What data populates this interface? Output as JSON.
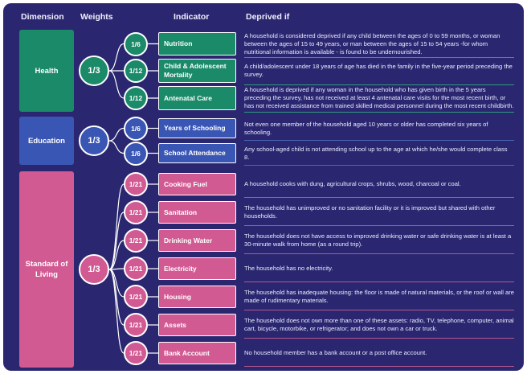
{
  "headers": {
    "dimension": "Dimension",
    "weights": "Weights",
    "indicator": "Indicator",
    "deprived_if": "Deprived if"
  },
  "colors": {
    "background": "#2a2770",
    "health": "#1a8a68",
    "education": "#3a56b4",
    "standard_of_living": "#d25a93"
  },
  "dimensions": [
    {
      "name": "Health",
      "weight": "1/3",
      "indicators": [
        {
          "weight": "1/6",
          "name": "Nutrition",
          "deprived_if": "A household is considered deprived if any child between the ages of 0 to 59 months, or woman between the ages of 15 to 49 years, or man between the ages of 15 to 54 years -for whom nutritional information is available - is found to be undernourished."
        },
        {
          "weight": "1/12",
          "name": "Child & Adolescent Mortality",
          "deprived_if": "A child/adolescent under 18 years of age has died in the family in the five-year period preceding the survey."
        },
        {
          "weight": "1/12",
          "name": "Antenatal Care",
          "deprived_if": "A household is deprived if any woman in the household who has given birth in the 5 years preceding the survey, has not received at least 4 antenatal care visits for the most recent birth, or has not received assistance from trained skilled medical personnel during the most recent childbirth."
        }
      ]
    },
    {
      "name": "Education",
      "weight": "1/3",
      "indicators": [
        {
          "weight": "1/6",
          "name": "Years of Schooling",
          "deprived_if": "Not even one member of the household aged 10 years or older has completed six years of schooling."
        },
        {
          "weight": "1/6",
          "name": "School Attendance",
          "deprived_if": "Any school-aged child is not attending school up to the age at which he/she would complete class 8."
        }
      ]
    },
    {
      "name": "Standard of Living",
      "weight": "1/3",
      "indicators": [
        {
          "weight": "1/21",
          "name": "Cooking Fuel",
          "deprived_if": "A household cooks with dung, agricultural crops, shrubs, wood, charcoal or coal."
        },
        {
          "weight": "1/21",
          "name": "Sanitation",
          "deprived_if": "The household has unimproved or no sanitation facility or it is improved but shared with other households."
        },
        {
          "weight": "1/21",
          "name": "Drinking Water",
          "deprived_if": "The household does not have access to improved drinking water or safe drinking water is at least a 30-minute walk from home (as a round trip)."
        },
        {
          "weight": "1/21",
          "name": "Electricity",
          "deprived_if": "The household has no electricity."
        },
        {
          "weight": "1/21",
          "name": "Housing",
          "deprived_if": "The household has inadequate housing: the floor is made of natural materials, or the roof or wall are made of rudimentary materials."
        },
        {
          "weight": "1/21",
          "name": "Assets",
          "deprived_if": "The household does not own more than one of these assets: radio, TV, telephone, computer, animal cart, bicycle, motorbike, or refrigerator; and does not own a car or truck."
        },
        {
          "weight": "1/21",
          "name": "Bank Account",
          "deprived_if": "No household member has a bank account or a post office account."
        }
      ]
    }
  ]
}
